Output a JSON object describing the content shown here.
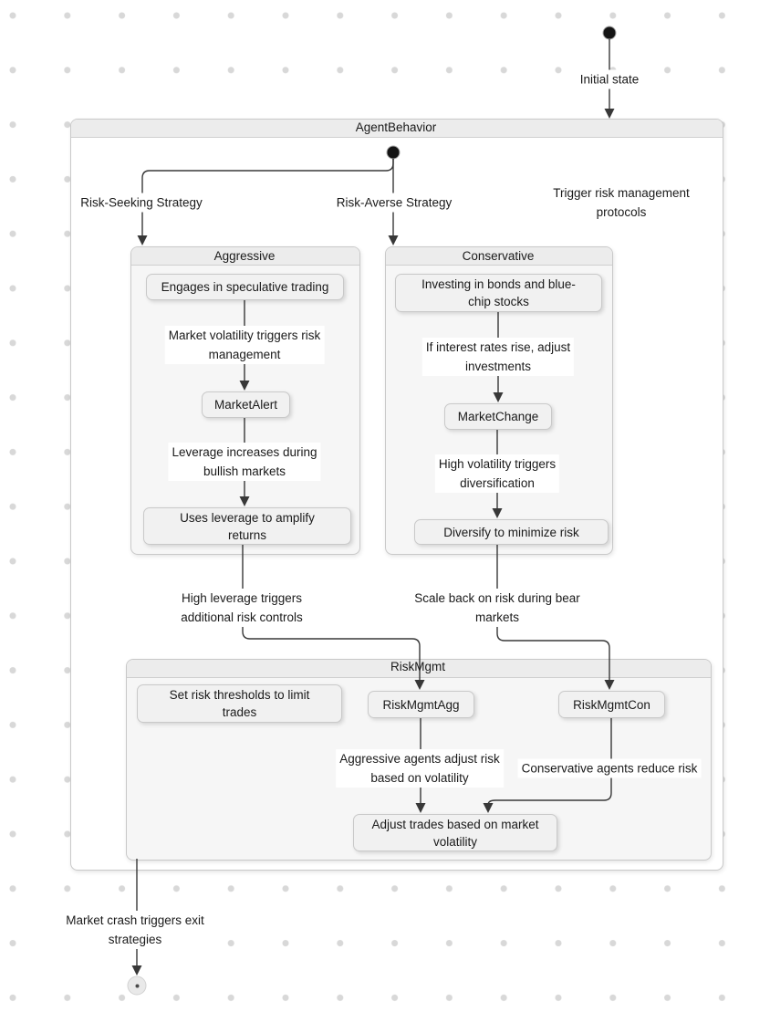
{
  "colors": {
    "background": "#ffffff",
    "grid_dot": "#d8d8d8",
    "outer_body": "#ffffff",
    "composite_body": "#f6f6f6",
    "composite_title_bg": "#ececec",
    "composite_border": "#c9c9c9",
    "node_fill": "#f1f1f1",
    "node_border": "#c9c9c9",
    "edge": "#383838",
    "text": "#1a1a1a",
    "initial_dot": "#141414",
    "final_outer": "#e9e9e9",
    "final_inner": "#4a4a4a"
  },
  "diagram": {
    "type": "state-diagram",
    "initial_label": "Initial state",
    "outer": {
      "title": "AgentBehavior"
    },
    "states": {
      "aggressive": {
        "title": "Aggressive",
        "nodes": [
          {
            "lines": [
              "Engages in speculative trading"
            ]
          },
          {
            "lines": [
              "MarketAlert"
            ]
          },
          {
            "lines": [
              "Uses leverage to amplify",
              "returns"
            ]
          }
        ]
      },
      "conservative": {
        "title": "Conservative",
        "nodes": [
          {
            "lines": [
              "Investing in bonds and blue-",
              "chip stocks"
            ]
          },
          {
            "lines": [
              "MarketChange"
            ]
          },
          {
            "lines": [
              "Diversify to minimize risk"
            ]
          }
        ]
      },
      "riskmgmt": {
        "title": "RiskMgmt",
        "nodes": [
          {
            "lines": [
              "Set risk thresholds to limit",
              "trades"
            ]
          },
          {
            "lines": [
              "RiskMgmtAgg"
            ]
          },
          {
            "lines": [
              "RiskMgmtCon"
            ]
          },
          {
            "lines": [
              "Adjust trades based on market",
              "volatility"
            ]
          }
        ]
      }
    },
    "transitions": {
      "risk_seeking": {
        "lines": [
          "Risk-Seeking Strategy"
        ]
      },
      "risk_averse": {
        "lines": [
          "Risk-Averse Strategy"
        ]
      },
      "trigger_protocols": {
        "lines": [
          "Trigger risk management",
          "protocols"
        ]
      },
      "volatility_mgmt": {
        "lines": [
          "Market volatility triggers risk",
          "management"
        ]
      },
      "leverage_bullish": {
        "lines": [
          "Leverage increases during",
          "bullish markets"
        ]
      },
      "interest_rates": {
        "lines": [
          "If interest rates rise, adjust",
          "investments"
        ]
      },
      "volatility_diversification": {
        "lines": [
          "High volatility triggers",
          "diversification"
        ]
      },
      "high_leverage": {
        "lines": [
          "High leverage triggers",
          "additional risk controls"
        ]
      },
      "scale_back": {
        "lines": [
          "Scale back on risk during bear",
          "markets"
        ]
      },
      "agg_adjust": {
        "lines": [
          "Aggressive agents adjust risk",
          "based on volatility"
        ]
      },
      "con_reduce": {
        "lines": [
          "Conservative agents reduce risk"
        ]
      },
      "market_crash": {
        "lines": [
          "Market crash triggers exit",
          "strategies"
        ]
      }
    }
  }
}
